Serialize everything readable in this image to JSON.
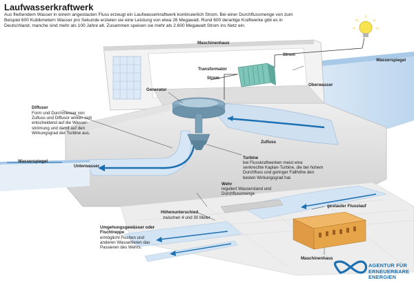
{
  "header": {
    "title": "Laufwasserkraftwerk",
    "intro": "Aus fließendem Wasser in einem angestauten Fluss erzeugt ein Laufwasserkraftwerk kontinuierlich Strom. Bei einer Durchflussmenge von zum Beispiel 600 Kubikmetern Wasser pro Sekunde erzielen sie eine Leistung von etwa 26 Megawatt. Rund 600 derartige Kraftwerke gibt es in Deutschland, manche sind mehr als 100 Jahre alt. Zusammen speisen sie mehr als 2.600 Megawatt Strom ins Netz ein."
  },
  "labels": {
    "maschinenhaus_top": "Maschinenhaus",
    "strom_1": "Strom",
    "strom_2": "Strom",
    "transformator": "Transformator",
    "generator": "Generator",
    "wasserspiegel_right": "Wasserspiegel",
    "oberwasser": "Oberwasser",
    "zufluss": "Zufluss",
    "wasserspiegel_left": "Wasserspiegel",
    "unterwasser": "Unterwasser",
    "diffusor_title": "Diffusor",
    "diffusor_text": "Form und Durchmesser von Zufluss und Diffusor wirken sich entscheidend auf die Wasser- strömung und damit auf den Wirkungsgrad der Turbine aus.",
    "turbine_title": "Turbine",
    "turbine_text": "bei Flusskraftwerken meist eine senkrechte Kaplan-Turbine, die bei hohem Durchfluss und geringer Fallhöhe den besten Wirkungsgrad hat.",
    "wehr_title": "Wehr",
    "wehr_text": "reguliert Wasserstand und Durchflussmenge",
    "hoehen_title": "Höhenunterschied",
    "hoehen_text": "zwischen 4 und 30 Meter",
    "gestauter_flusslauf": "gestauter Flusslauf",
    "umgehung_title": "Umgehungsgewässer oder Fischtreppe",
    "umgehung_text": "ermöglicht Fischen und anderen Wassertieren das Passieren des Wehrs.",
    "maschinenhaus_bottom": "Maschinenhaus"
  },
  "logo": {
    "line1": "AGENTUR FÜR",
    "line2": "ERNEUERBARE",
    "line3": "ENERGIEN"
  },
  "colors": {
    "accent_blue": "#1c6fb0",
    "water_blue": "#3d8fd6",
    "concrete": "#d9d9d9",
    "building": "#e7a54a"
  }
}
